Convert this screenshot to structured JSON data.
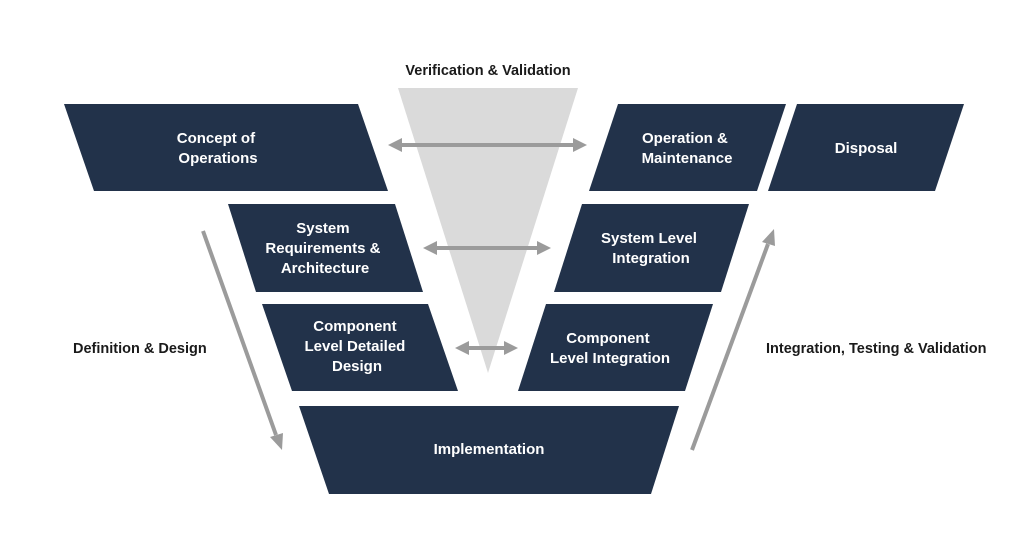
{
  "title": "Verification & Validation",
  "labels": {
    "left": "Definition & Design",
    "right": "Integration, Testing & Validation"
  },
  "boxes": {
    "concept": [
      "Concept of",
      "Operations"
    ],
    "operation": [
      "Operation &",
      "Maintenance"
    ],
    "disposal": [
      "Disposal"
    ],
    "sys_req": [
      "System",
      "Requirements &",
      "Architecture"
    ],
    "sys_int": [
      "System Level",
      "Integration"
    ],
    "comp_design": [
      "Component",
      "Level Detailed",
      "Design"
    ],
    "comp_int": [
      "Component",
      "Level Integration"
    ],
    "implementation": [
      "Implementation"
    ]
  },
  "colors": {
    "box": "#22324a",
    "box_text": "#ffffff",
    "arrow": "#9b9b9b",
    "triangle": "#dadada"
  }
}
